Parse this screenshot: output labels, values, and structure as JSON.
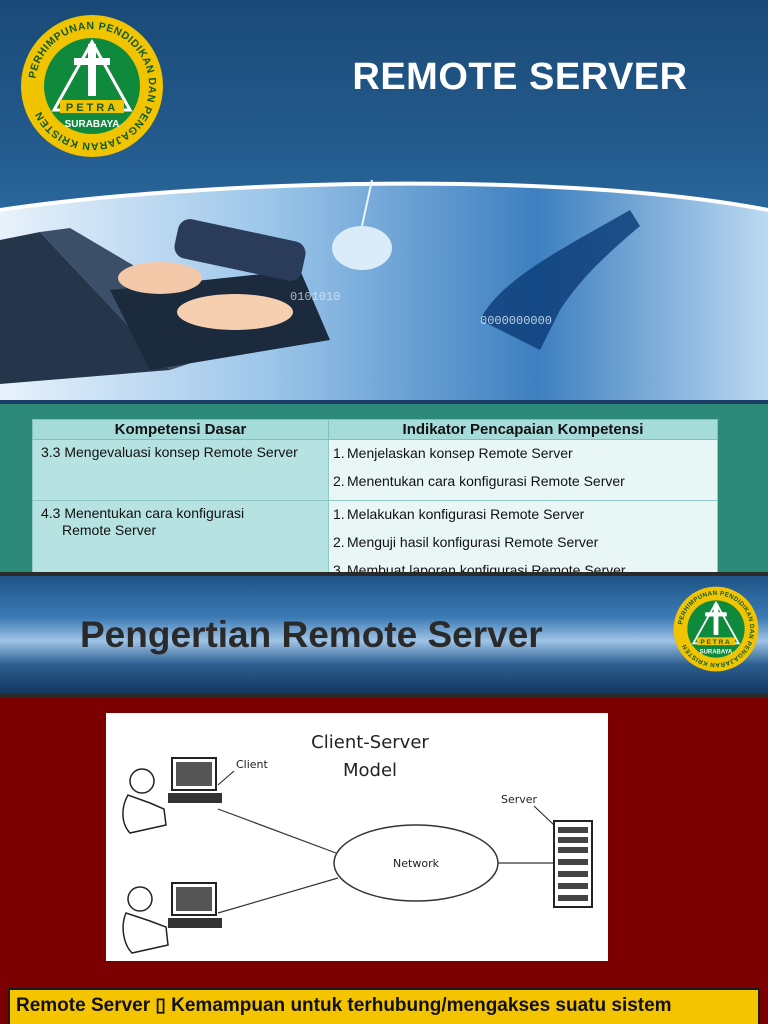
{
  "slide1": {
    "title": "REMOTE SERVER",
    "logo": {
      "ring_text": "PERHIMPUNAN PENDIDIKAN DAN PENGAJARAN KRISTEN",
      "name": "PETRA",
      "city": "SURABAYA"
    },
    "table": {
      "headers": [
        "Kompetensi Dasar",
        "Indikator Pencapaian Kompetensi"
      ],
      "rows": [
        {
          "kd": "3.3  Mengevaluasi konsep Remote Server",
          "indicators": [
            {
              "num": "1.",
              "text": "Menjelaskan konsep Remote Server"
            },
            {
              "num": "2.",
              "text": "Menentukan cara konfigurasi Remote Server"
            }
          ]
        },
        {
          "kd_line1": "4.3 Menentukan cara konfigurasi",
          "kd_line2": "Remote Server",
          "indicators": [
            {
              "num": "1.",
              "text": "Melakukan konfigurasi Remote Server"
            },
            {
              "num": "2.",
              "text": "Menguji hasil konfigurasi Remote Server"
            },
            {
              "num": "3.",
              "text": "Membuat laporan konfigurasi Remote Server"
            }
          ]
        }
      ]
    }
  },
  "slide2": {
    "title": "Pengertian Remote Server",
    "diagram": {
      "title_line1": "Client-Server",
      "title_line2": "Model",
      "client_label": "Client",
      "server_label": "Server",
      "network_label": "Network"
    },
    "caption": "Remote Server ▯ Kemampuan untuk terhubung/mengakses suatu sistem"
  },
  "colors": {
    "slide1_bg": "#1e4f7e",
    "table_band": "#2d8a78",
    "slide2_bg": "#7d0000",
    "caption_bg": "#f4c400",
    "logo_green": "#0f8a3c",
    "logo_gold": "#f0c400"
  }
}
